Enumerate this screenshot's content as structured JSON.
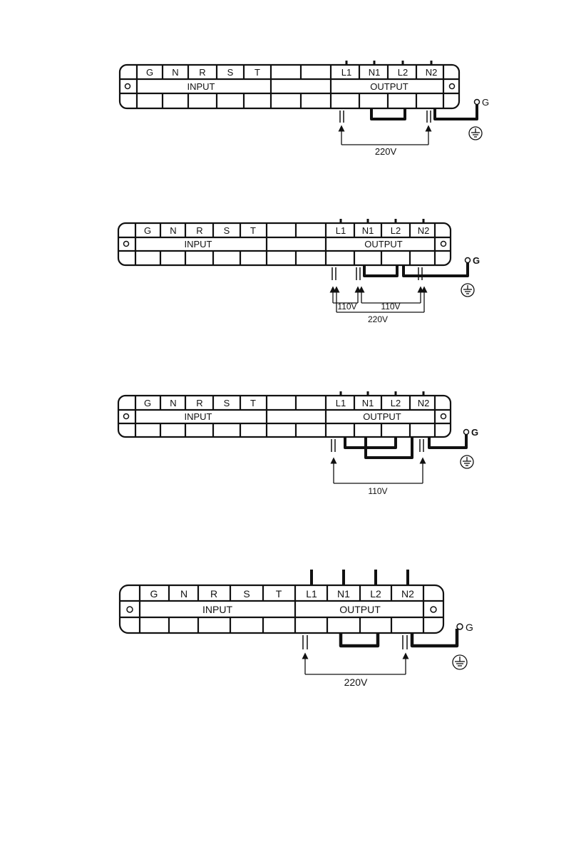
{
  "colors": {
    "ink": "#111111",
    "paper": "#ffffff"
  },
  "diagrams": [
    {
      "terminal_labels": [
        "G",
        "N",
        "R",
        "S",
        "T",
        "",
        "",
        "L1",
        "N1",
        "L2",
        "N2"
      ],
      "input_label": "INPUT",
      "output_label": "OUTPUT",
      "ground_label": "G",
      "voltage_labels": [
        "220V"
      ]
    },
    {
      "terminal_labels": [
        "G",
        "N",
        "R",
        "S",
        "T",
        "",
        "",
        "L1",
        "N1",
        "L2",
        "N2"
      ],
      "input_label": "INPUT",
      "output_label": "OUTPUT",
      "ground_label": "G",
      "voltage_labels": [
        "110V",
        "110V",
        "220V"
      ]
    },
    {
      "terminal_labels": [
        "G",
        "N",
        "R",
        "S",
        "T",
        "",
        "",
        "L1",
        "N1",
        "L2",
        "N2"
      ],
      "input_label": "INPUT",
      "output_label": "OUTPUT",
      "ground_label": "G",
      "voltage_labels": [
        "110V"
      ]
    },
    {
      "terminal_labels": [
        "G",
        "N",
        "R",
        "S",
        "T",
        "L1",
        "N1",
        "L2",
        "N2"
      ],
      "input_label": "INPUT",
      "output_label": "OUTPUT",
      "ground_label": "G",
      "voltage_labels": [
        "220V"
      ]
    }
  ]
}
